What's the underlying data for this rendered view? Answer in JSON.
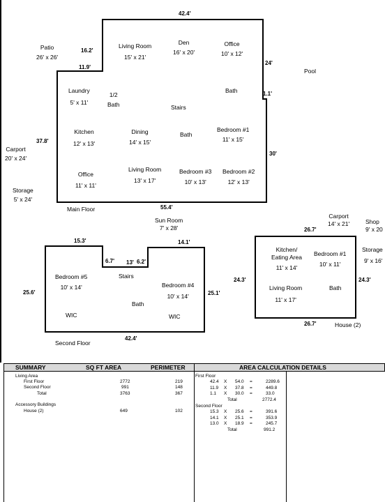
{
  "main_floor": {
    "top_width": "42.4'",
    "notch_h": "16.2'",
    "notch_w": "11.9'",
    "left_h": "37.8'",
    "bottom_w": "55.4'",
    "right_upper": "24'",
    "right_step": "1.1'",
    "right_lower": "30'",
    "label": "Main Floor",
    "rooms": [
      {
        "name": "Living Room",
        "size": "15' x 21'"
      },
      {
        "name": "Den",
        "size": "16' x 20'"
      },
      {
        "name": "Office",
        "size": "10' x 12'"
      },
      {
        "name": "Laundry",
        "size": "5' x 11'"
      },
      {
        "name": "1/2",
        "size": "Bath"
      },
      {
        "name": "Bath",
        "size": ""
      },
      {
        "name": "Stairs",
        "size": ""
      },
      {
        "name": "Kitchen",
        "size": "12' x 13'"
      },
      {
        "name": "Dining",
        "size": "14' x 15'"
      },
      {
        "name": "Bath",
        "size": ""
      },
      {
        "name": "Bedroom #1",
        "size": "11' x 15'"
      },
      {
        "name": "Office",
        "size": "11' x 11'"
      },
      {
        "name": "Living Room",
        "size": "13' x 17'"
      },
      {
        "name": "Bedroom #3",
        "size": "10' x 13'"
      },
      {
        "name": "Bedroom #2",
        "size": "12' x 13'"
      }
    ]
  },
  "outside": {
    "patio": {
      "name": "Patio",
      "size": "26' x 26'"
    },
    "pool": "Pool",
    "carport": {
      "name": "Carport",
      "size": "20' x 24'"
    },
    "storage": {
      "name": "Storage",
      "size": "5' x 24'"
    },
    "sun_room": {
      "name": "Sun Room",
      "size": "7' x 28'"
    },
    "carport2": {
      "name": "Carport",
      "size": "14' x 21'"
    },
    "shop": {
      "name": "Shop",
      "size": "9' x 20"
    },
    "storage2": {
      "name": "Storage",
      "size": "9' x 16'"
    }
  },
  "second_floor": {
    "top_left": "15.3'",
    "notch_l": "6.7'",
    "notch_w": "13'",
    "notch_r": "6.2'",
    "top_right": "14.1'",
    "left_h": "25.6'",
    "right_h": "25.1'",
    "bottom_w": "42.4'",
    "label": "Second Floor",
    "rooms": [
      {
        "name": "Bedroom #5",
        "size": "10' x 14'"
      },
      {
        "name": "Stairs",
        "size": ""
      },
      {
        "name": "Bedroom #4",
        "size": "10' x 14'"
      },
      {
        "name": "Bath",
        "size": ""
      },
      {
        "name": "WIC",
        "size": ""
      },
      {
        "name": "WIC",
        "size": ""
      }
    ]
  },
  "house2": {
    "top": "26.7'",
    "bottom": "26.7'",
    "left": "24.3'",
    "right": "24.3'",
    "label": "House (2)",
    "rooms": [
      {
        "name": "Kitchen/\nEating Area",
        "size": "11' x 14'"
      },
      {
        "name": "Bedroom #1",
        "size": "10' x 11'"
      },
      {
        "name": "Living Room",
        "size": "11' x 17'"
      },
      {
        "name": "Bath",
        "size": ""
      }
    ]
  },
  "summary": {
    "headers": {
      "summary": "SUMMARY",
      "sqft": "SQ FT AREA",
      "perimeter": "PERIMETER",
      "details": "AREA CALCULATION DETAILS"
    },
    "living_area": "Living Area",
    "rows": [
      {
        "label": "First Floor",
        "area": "2772",
        "perimeter": "219"
      },
      {
        "label": "Second Floor",
        "area": "991",
        "perimeter": "148"
      },
      {
        "label": "Total",
        "area": "3763",
        "perimeter": "367"
      }
    ],
    "accessory": "Accessory Buildings",
    "acc_rows": [
      {
        "label": "House (2)",
        "area": "649",
        "perimeter": "102"
      }
    ],
    "first_floor_title": "First Floor",
    "first_floor_calc": [
      {
        "a": "42.4",
        "x": "X",
        "b": "54.0",
        "eq": "=",
        "r": "2289.6"
      },
      {
        "a": "11.9",
        "x": "X",
        "b": "37.8",
        "eq": "=",
        "r": "449.8"
      },
      {
        "a": "1.1",
        "x": "X",
        "b": "30.0",
        "eq": "=",
        "r": "33.0"
      }
    ],
    "first_floor_total_label": "Total",
    "first_floor_total": "2772.4",
    "second_floor_title": "Second Floor",
    "second_floor_calc": [
      {
        "a": "15.3",
        "x": "X",
        "b": "25.6",
        "eq": "=",
        "r": "391.6"
      },
      {
        "a": "14.1",
        "x": "X",
        "b": "25.1",
        "eq": "=",
        "r": "353.9"
      },
      {
        "a": "13.0",
        "x": "X",
        "b": "18.9",
        "eq": "=",
        "r": "245.7"
      }
    ],
    "second_floor_total_label": "Total",
    "second_floor_total": "991.2"
  }
}
